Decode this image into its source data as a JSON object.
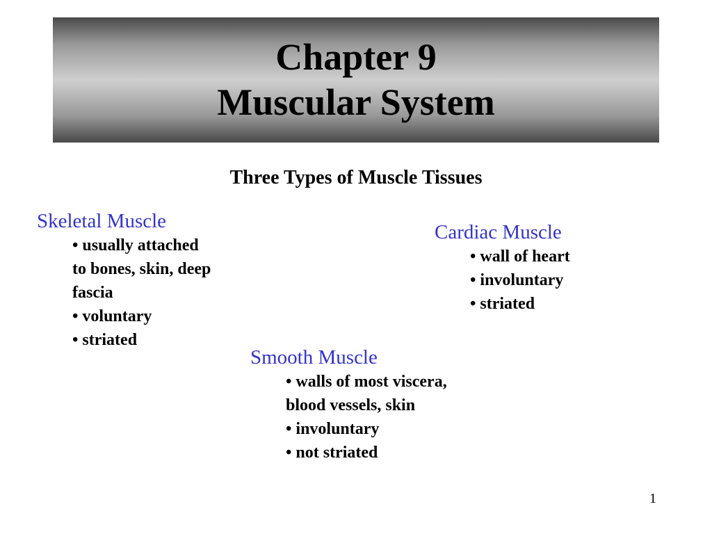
{
  "title": {
    "line1": "Chapter 9",
    "line2": "Muscular System"
  },
  "subtitle": "Three Types of Muscle Tissues",
  "skeletal": {
    "heading": "Skeletal Muscle",
    "items": [
      "• usually attached",
      "to bones, skin, deep",
      "fascia",
      "• voluntary",
      "• striated"
    ]
  },
  "cardiac": {
    "heading": "Cardiac Muscle",
    "items": [
      "• wall of heart",
      "• involuntary",
      "• striated"
    ]
  },
  "smooth": {
    "heading": "Smooth Muscle",
    "items": [
      "• walls of most viscera,",
      "blood vessels, skin",
      "• involuntary",
      "• not striated"
    ]
  },
  "slide_number": "1",
  "colors": {
    "heading_blue": "#3333cc",
    "text": "#000000"
  }
}
